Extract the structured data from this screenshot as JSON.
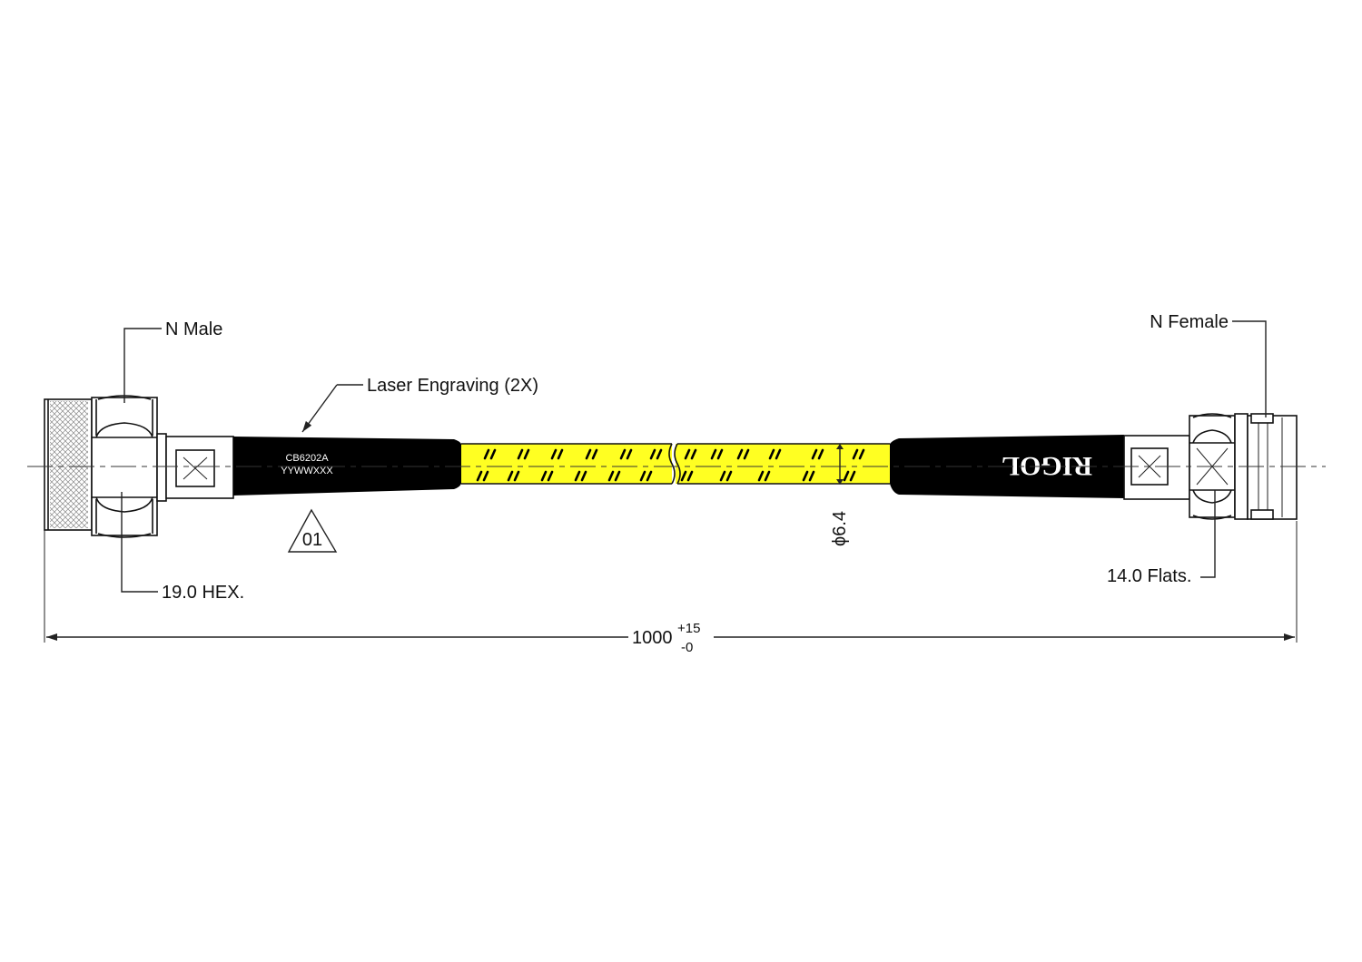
{
  "callouts": {
    "n_male": "N Male",
    "n_female": "N Female",
    "laser_engraving": "Laser Engraving (2X)",
    "hex": "19.0 HEX.",
    "flats": "14.0 Flats.",
    "diameter": "ϕ6.4",
    "revision_marker": "01"
  },
  "engraving": {
    "line1": "CB6202A",
    "line2": "YYWWXXX"
  },
  "brand_logo": "RIGOL",
  "length_dimension": {
    "nominal": "1000",
    "upper_tol": "+15",
    "lower_tol": "-0"
  },
  "colors": {
    "jacket": "#ffff22",
    "boot": "#000000",
    "metal": "#ffffff",
    "lines": "#222222"
  }
}
